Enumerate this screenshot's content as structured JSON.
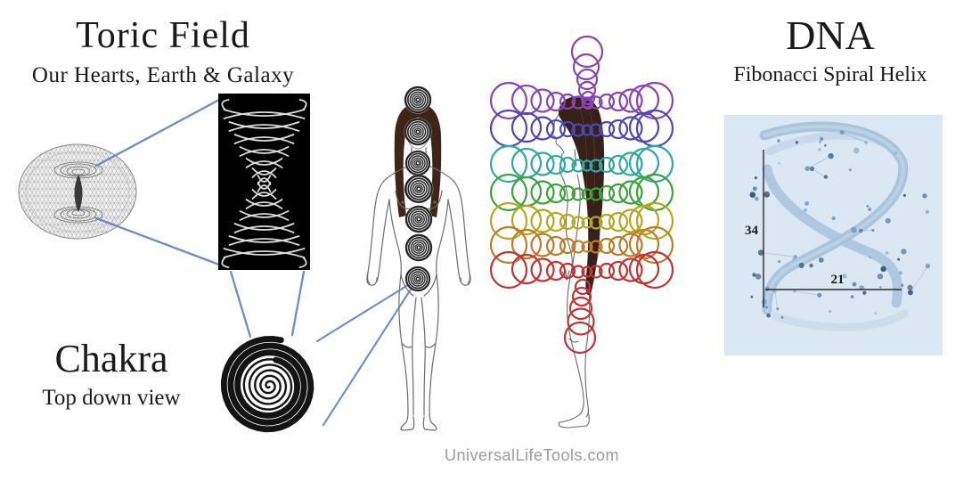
{
  "sections": {
    "toric_field": {
      "title": "Toric Field",
      "subtitle": "Our Hearts, Earth & Galaxy"
    },
    "chakra": {
      "title": "Chakra",
      "subtitle": "Top down view"
    },
    "dna": {
      "title": "DNA",
      "subtitle": "Fibonacci Spiral Helix",
      "vertical_measure": "34",
      "horizontal_measure": "21"
    }
  },
  "watermark": "UniversalLifeTools.com",
  "colors": {
    "connector_line": "#5b82c0",
    "vortex_bg": "#000000",
    "vortex_stroke": "#e9e9e9",
    "spiral_black": "#141414",
    "outline": "#6b6b6b",
    "front_hair": "#3f2518",
    "side_hair": "#35201a",
    "dna_panel_bg": "#dbe7f2",
    "dna_strand": "#a3c1dc",
    "dna_strand_light": "#c3d7e8",
    "dna_dot_dark": "#2f5a80",
    "dna_dot_mid": "#6e96b8",
    "dna_link": "#88abc8",
    "measure_line": "#2b2b2b",
    "watermark_gray": "#9b9b9b"
  },
  "side_figure": {
    "crown_coil_color": "#8a43b4",
    "root_coil_color": "#c13434",
    "rows": [
      {
        "name": "crown-row",
        "color": "#8a43b4"
      },
      {
        "name": "third-eye-row",
        "color": "#4f46b4"
      },
      {
        "name": "throat-row",
        "color": "#2fa8a0"
      },
      {
        "name": "heart-row",
        "color": "#3aa43a"
      },
      {
        "name": "solar-plexus-row",
        "color": "#b3a81e"
      },
      {
        "name": "sacral-row",
        "color": "#c07a28"
      },
      {
        "name": "root-row",
        "color": "#c13434"
      }
    ]
  }
}
